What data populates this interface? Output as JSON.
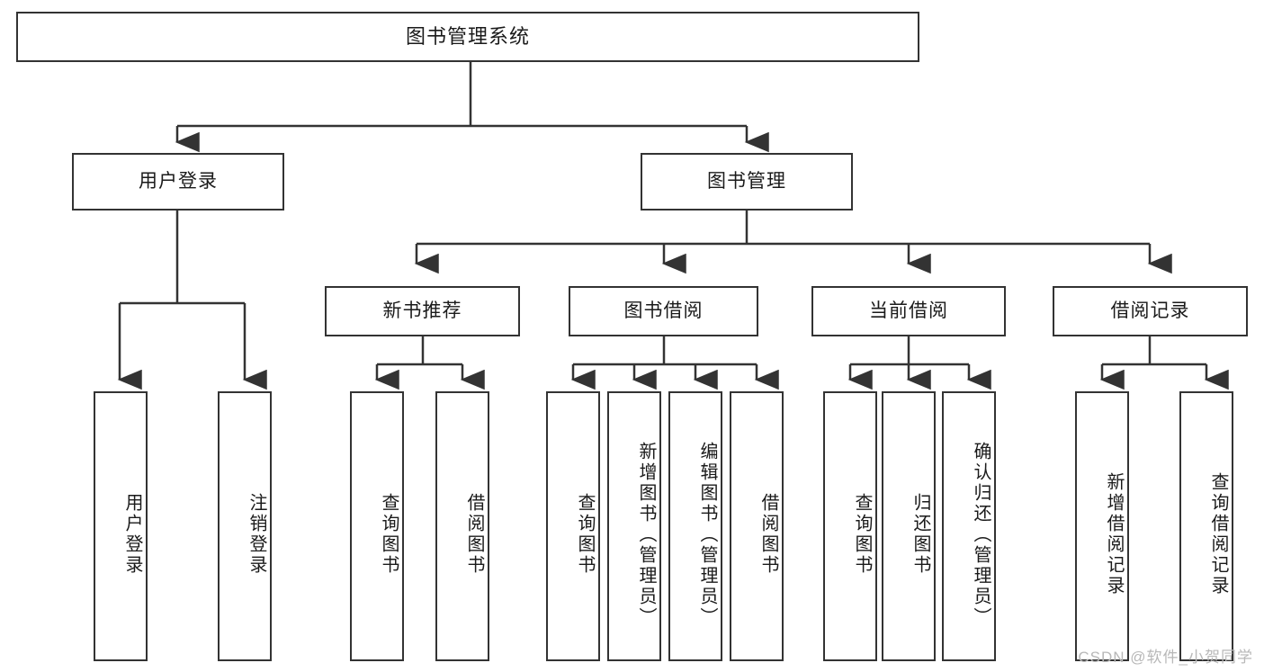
{
  "diagram": {
    "title": "图书管理系统",
    "type": "tree-hierarchy",
    "colors": {
      "background": "#ffffff",
      "box_border": "#333333",
      "box_fill": "#ffffff",
      "text": "#1a1a1a",
      "edge": "#333333",
      "watermark": "#b8b8b8"
    },
    "watermark": "CSDN @软件_小贺同学"
  },
  "nodes": {
    "root": {
      "label": "图书管理系统",
      "level": 0
    },
    "level1": [
      {
        "id": "user-login",
        "label": "用户登录"
      },
      {
        "id": "book-manage",
        "label": "图书管理"
      }
    ],
    "level2": [
      {
        "id": "new-book-recommend",
        "label": "新书推荐",
        "parent": "book-manage"
      },
      {
        "id": "book-borrow",
        "label": "图书借阅",
        "parent": "book-manage"
      },
      {
        "id": "current-borrow",
        "label": "当前借阅",
        "parent": "book-manage"
      },
      {
        "id": "borrow-record",
        "label": "借阅记录",
        "parent": "book-manage"
      }
    ],
    "leaves": [
      {
        "id": "leaf-user-login",
        "label": "用户登录",
        "parent": "user-login"
      },
      {
        "id": "leaf-user-logout",
        "label": "注销登录",
        "parent": "user-login"
      },
      {
        "id": "leaf-query-book-1",
        "label": "查询图书",
        "parent": "new-book-recommend"
      },
      {
        "id": "leaf-borrow-book-1",
        "label": "借阅图书",
        "parent": "new-book-recommend"
      },
      {
        "id": "leaf-query-book-2",
        "label": "查询图书",
        "parent": "book-borrow"
      },
      {
        "id": "leaf-add-book",
        "label": "新增图书（管理员）",
        "parent": "book-borrow"
      },
      {
        "id": "leaf-edit-book",
        "label": "编辑图书（管理员）",
        "parent": "book-borrow"
      },
      {
        "id": "leaf-borrow-book-2",
        "label": "借阅图书",
        "parent": "book-borrow"
      },
      {
        "id": "leaf-query-book-3",
        "label": "查询图书",
        "parent": "current-borrow"
      },
      {
        "id": "leaf-return-book",
        "label": "归还图书",
        "parent": "current-borrow"
      },
      {
        "id": "leaf-confirm-return",
        "label": "确认归还（管理员）",
        "parent": "current-borrow"
      },
      {
        "id": "leaf-add-record",
        "label": "新增借阅记录",
        "parent": "borrow-record"
      },
      {
        "id": "leaf-query-record",
        "label": "查询借阅记录",
        "parent": "borrow-record"
      }
    ]
  }
}
